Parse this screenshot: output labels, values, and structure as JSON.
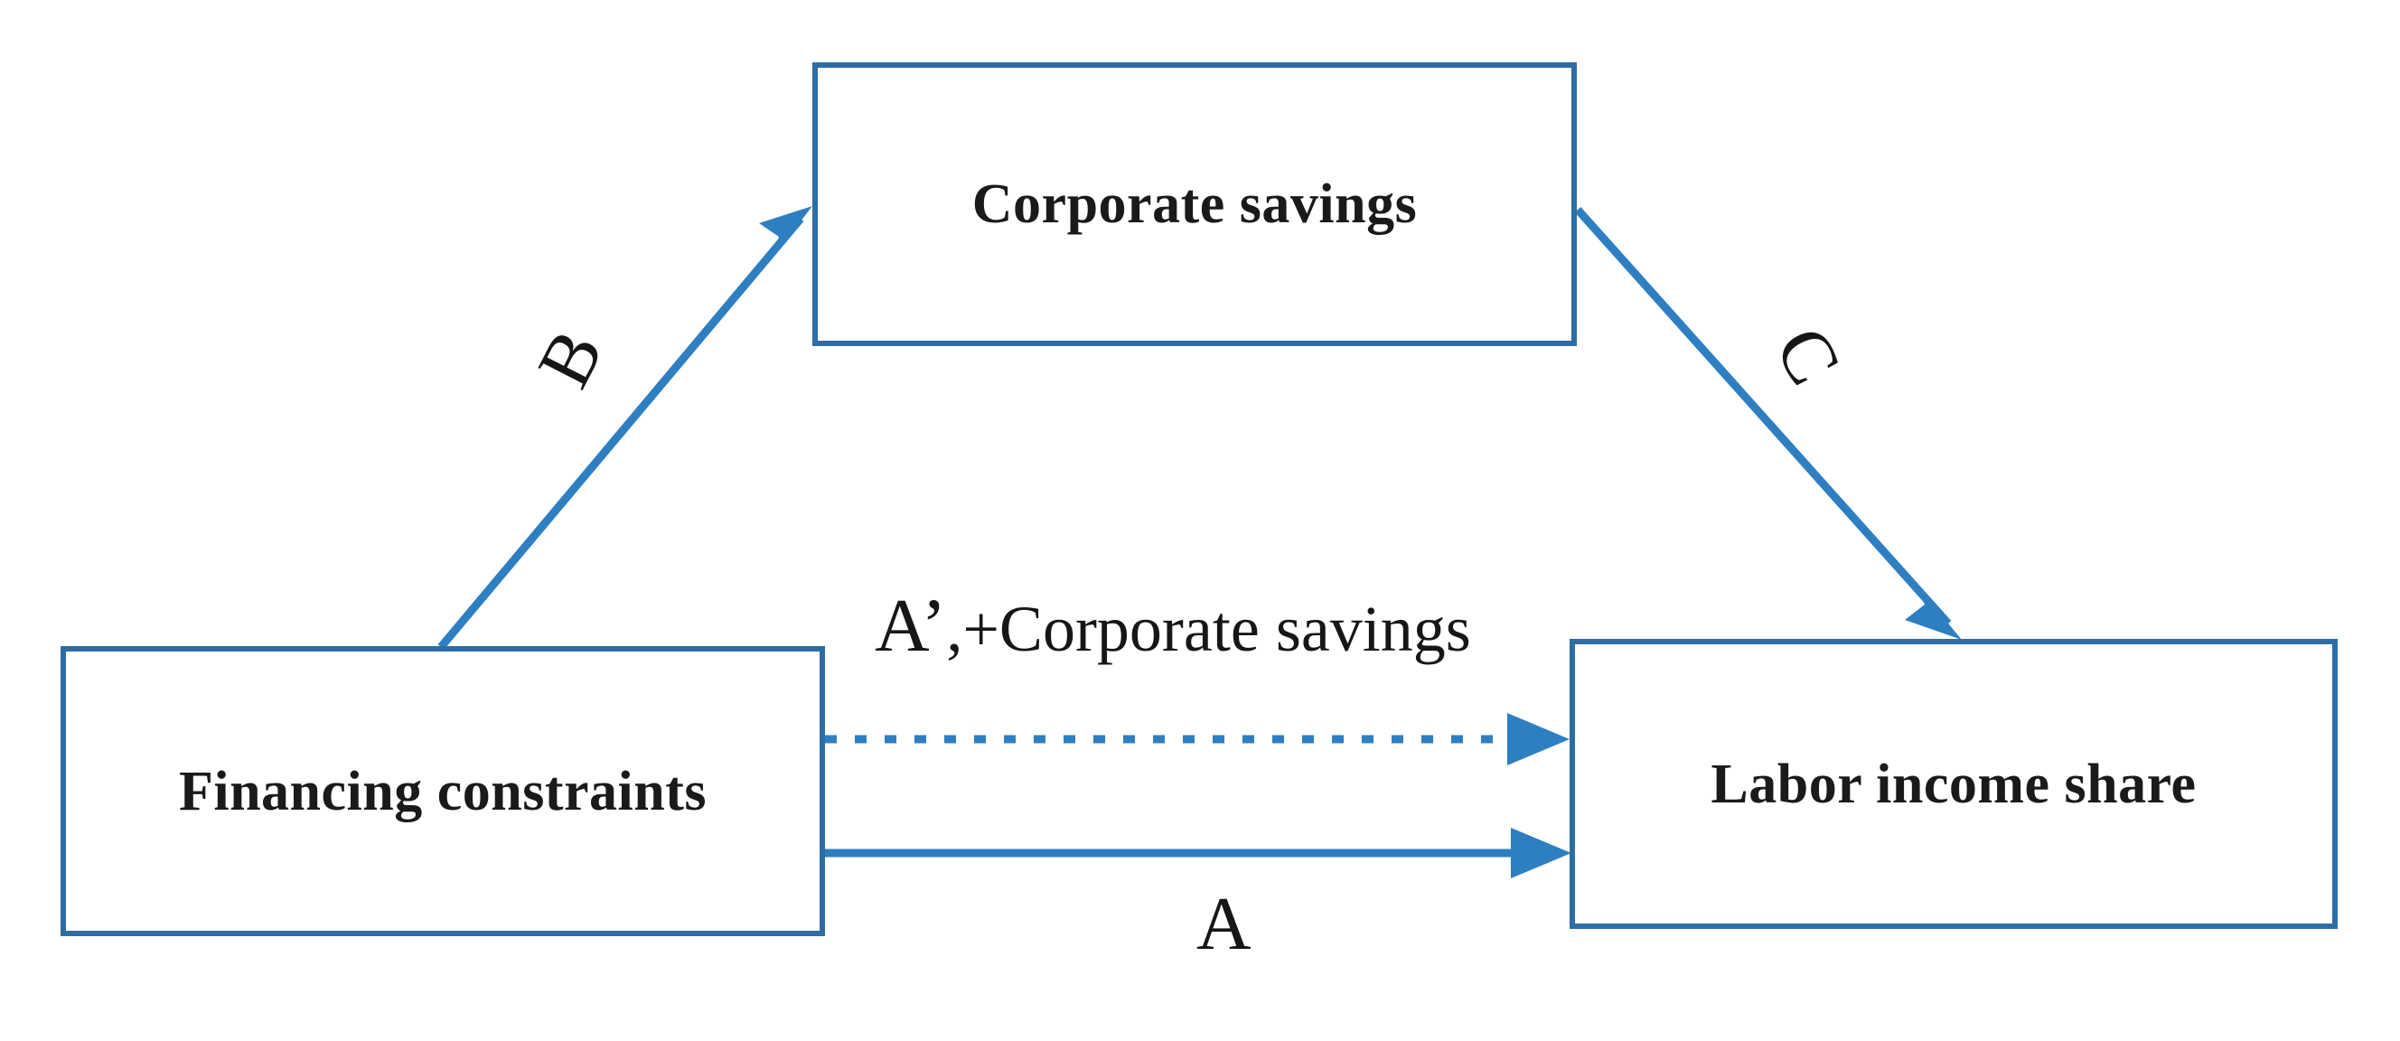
{
  "diagram": {
    "type": "mediation-path-diagram",
    "colors": {
      "box_border": "#2e6da4",
      "arrow": "#2e7fc2",
      "text": "#161616",
      "background": "#ffffff"
    },
    "nodes": [
      {
        "id": "corporate-savings",
        "label": "Corporate savings",
        "position": "top-center"
      },
      {
        "id": "financing-constraints",
        "label": "Financing constraints",
        "position": "bottom-left"
      },
      {
        "id": "labor-income-share",
        "label": "Labor income share",
        "position": "bottom-right"
      }
    ],
    "edges": [
      {
        "id": "edge-b",
        "label": "B",
        "from": "financing-constraints",
        "to": "corporate-savings",
        "style": "solid",
        "arrowhead": "open"
      },
      {
        "id": "edge-c",
        "label": "C",
        "from": "corporate-savings",
        "to": "labor-income-share",
        "style": "solid",
        "arrowhead": "open"
      },
      {
        "id": "edge-a-prime",
        "label_main": "A’",
        "label_rest": ",+Corporate savings",
        "label_full": "A’,+Corporate savings",
        "from": "financing-constraints",
        "to": "labor-income-share",
        "style": "dashed",
        "arrowhead": "filled"
      },
      {
        "id": "edge-a",
        "label": "A",
        "from": "financing-constraints",
        "to": "labor-income-share",
        "style": "solid",
        "arrowhead": "filled"
      }
    ]
  }
}
